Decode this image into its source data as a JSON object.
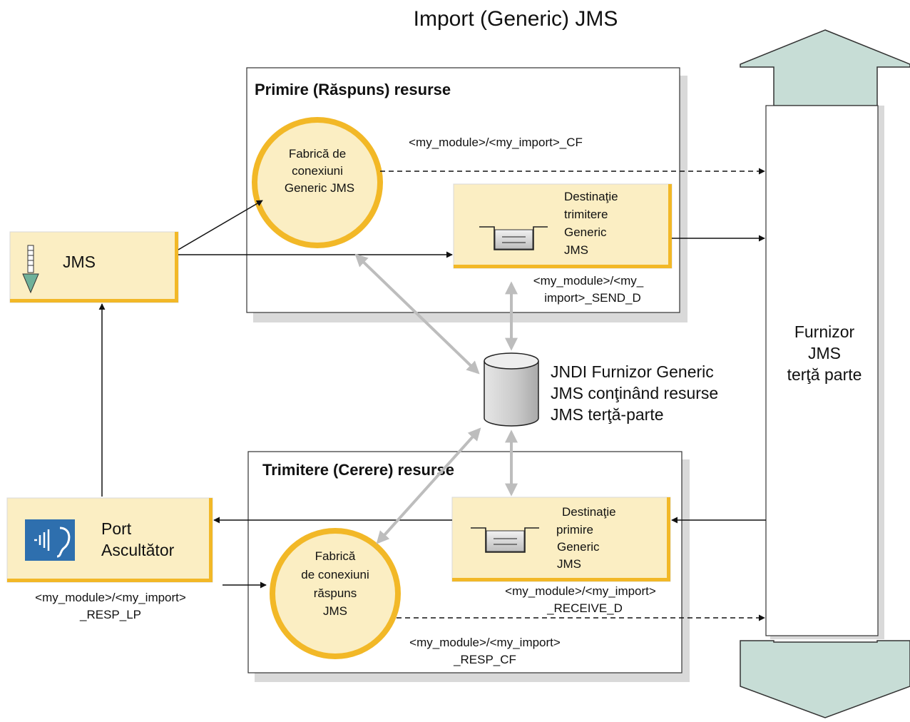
{
  "title": "Import (Generic) JMS",
  "receive_group": {
    "header": "Primire (Răspuns) resurse",
    "connection_factory": [
      "Fabrică de",
      "conexiuni",
      "Generic JMS"
    ],
    "cf_name": "<my_module>/<my_import>_CF",
    "send_destination": [
      "Destinaţie",
      "trimitere",
      "Generic",
      "JMS"
    ],
    "send_dest_name": [
      "<my_module>/<my_",
      "import>_SEND_D"
    ]
  },
  "send_group": {
    "header": "Trimitere (Cerere) resurse",
    "response_factory": [
      "Fabrică",
      "de conexiuni",
      "răspuns",
      "JMS"
    ],
    "resp_cf_name": [
      "<my_module>/<my_import>",
      "_RESP_CF"
    ],
    "receive_destination": [
      "Destinaţie",
      "primire",
      "Generic",
      "JMS"
    ],
    "receive_dest_name": [
      "<my_module>/<my_import>",
      "_RECEIVE_D"
    ]
  },
  "jms_box": {
    "label": "JMS"
  },
  "listener": {
    "label": [
      "Port",
      "Ascultător"
    ],
    "name": [
      "<my_module>/<my_import>",
      "_RESP_LP"
    ]
  },
  "jndi": {
    "label": [
      "JNDI Furnizor Generic",
      "JMS conţinând resurse",
      "JMS terţă-parte"
    ]
  },
  "provider": {
    "label": [
      "Furnizor",
      "JMS",
      "terţă parte"
    ]
  },
  "colors": {
    "box_fill": "#fbeec3",
    "box_border": "#f2b827",
    "arrow_fill": "#c7ddd6",
    "gray_arrow": "#bdbdbd",
    "shadow": "#d9d9d9"
  }
}
